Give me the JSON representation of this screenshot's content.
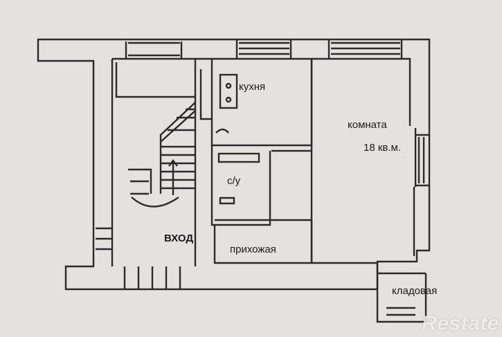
{
  "rooms": {
    "kitchen": "кухня",
    "living_room": "комната",
    "living_room_area": "18 кв.м.",
    "bathroom": "с/у",
    "entrance": "ВХОД",
    "hallway": "прихожая",
    "storage": "кладовая"
  },
  "watermark": "Restate",
  "colors": {
    "paper": "#e4e2df",
    "wall": "#2a2a2a"
  }
}
